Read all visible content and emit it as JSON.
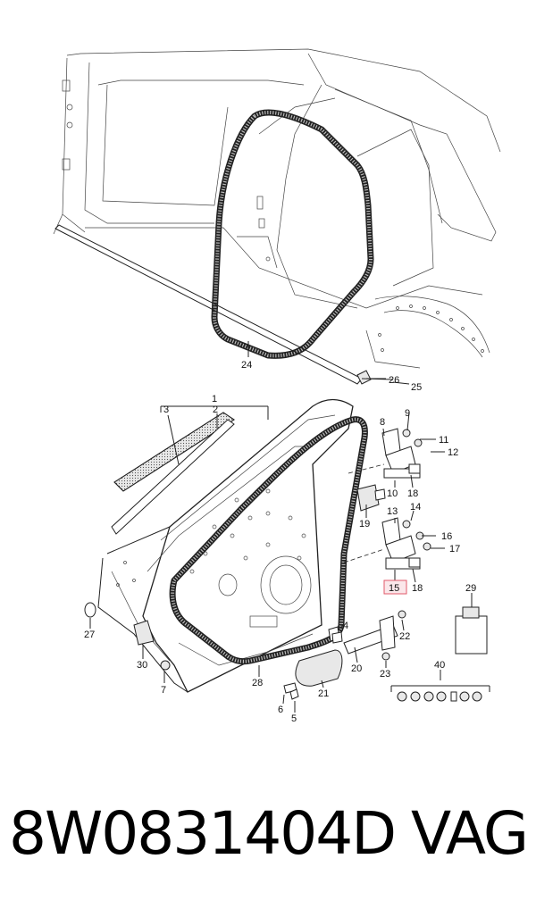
{
  "diagram": {
    "callouts": {
      "c1": "1",
      "c2": "2",
      "c3": "3",
      "c4": "4",
      "c5": "5",
      "c6": "6",
      "c7": "7",
      "c8": "8",
      "c9": "9",
      "c10": "10",
      "c11": "11",
      "c12": "12",
      "c13": "13",
      "c14": "14",
      "c15": "15",
      "c16": "16",
      "c17": "17",
      "c18a": "18",
      "c18b": "18",
      "c19": "19",
      "c20": "20",
      "c21": "21",
      "c22": "22",
      "c23": "23",
      "c24": "24",
      "c25": "25",
      "c26": "26",
      "c27": "27",
      "c28": "28",
      "c29": "29",
      "c30": "30",
      "c40": "40"
    },
    "highlight_callout": "15",
    "highlight_color": "#e05a6a"
  },
  "footer": {
    "part_number": "8W0831404D",
    "brand": "VAG"
  }
}
